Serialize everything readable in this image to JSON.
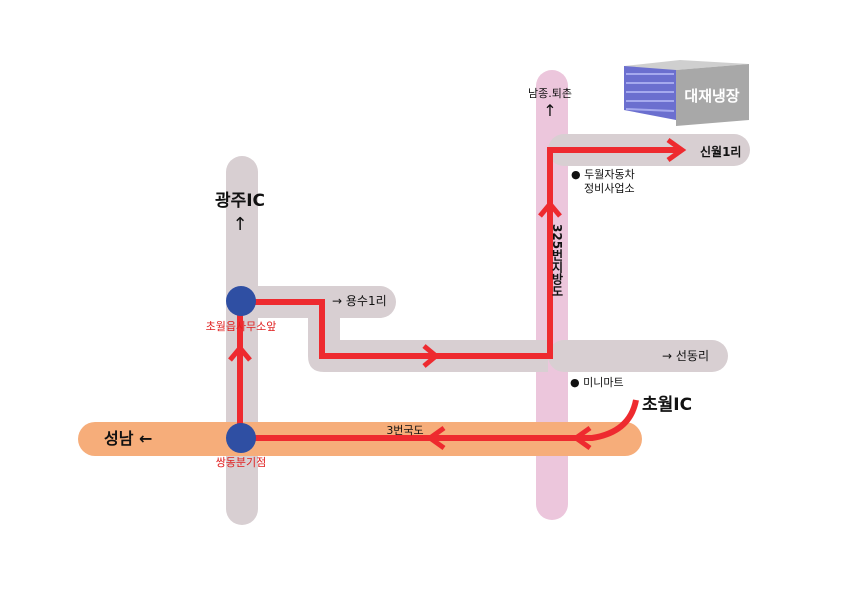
{
  "colors": {
    "road_gray": "#d8cfd2",
    "road_pink": "#ecc6dc",
    "road_orange": "#f6ad7a",
    "route_red": "#ee2a2f",
    "junction_blue": "#2f4fa3",
    "building_gray": "#a8a8a8",
    "building_stripe": "#6b6fcf",
    "label_red": "#e02020"
  },
  "places": {
    "building": "대재냉장",
    "gwangju_ic": "광주IC",
    "gwangju_arrow": "↑",
    "namjong": "남종.퇴촌",
    "namjong_arrow": "↑",
    "sinwol": "신월1리",
    "duwol_line1": "● 두월자동차",
    "duwol_line2": "정비사업소",
    "yongsu": "→ 용수1리",
    "choweol_office": "초월읍사무소앞",
    "route_325": "325번지방도",
    "seondong": "→ 선동리",
    "mini_mart": "● 미니마트",
    "choweol_ic": "초월IC",
    "route_3": "3번국도",
    "seongnam": "성남 ←",
    "ssangdong": "쌍동분기점"
  },
  "icons": [
    "building-icon",
    "junction-dot-icon",
    "route-arrow-icon"
  ]
}
